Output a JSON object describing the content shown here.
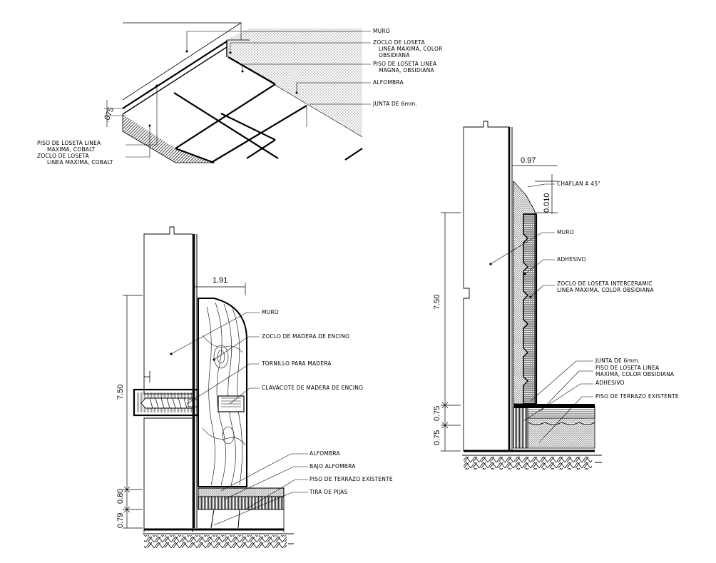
{
  "top_detail": {
    "labels": {
      "muro": "MURO",
      "zoclo_obsidiana_1": "ZOCLO DE LOSETA",
      "zoclo_obsidiana_2": "LINEA MAXIMA, COLOR",
      "zoclo_obsidiana_3": "OBSIDIANA",
      "piso_magna_1": "PISO DE LOSETA LINEA",
      "piso_magna_2": "MAGNA, OBSIDIANA",
      "alfombra": "ALFOMBRA",
      "junta": "JUNTA DE 6mm.",
      "piso_cobalt_1": "PISO DE LOSETA LINEA",
      "piso_cobalt_2": "MAXIMA, COBALT",
      "zoclo_cobalt_1": "ZOCLO DE LOSETA",
      "zoclo_cobalt_2": "LINEA MAXIMA, COBALT"
    },
    "dim_height": ".075"
  },
  "left_detail": {
    "dims": {
      "width": "1.91",
      "height": "7.50",
      "d1": "0.80",
      "d2": "0.79"
    },
    "labels": {
      "muro": "MURO",
      "zoclo_madera": "ZOCLO DE MADERA DE ENCINO",
      "tornillo": "TORNILLO PARA MADERA",
      "clavacote": "CLAVACOTE DE MADERA DE ENCINO",
      "alfombra": "ALFOMBRA",
      "bajo_alfombra": "BAJO ALFOMBRA",
      "piso_terrazo": "PISO DE TERRAZO EXISTENTE",
      "tira": "TIRA DE PIJAS"
    }
  },
  "right_detail": {
    "dims": {
      "width": "0.97",
      "chaflan_h": "0.010",
      "height": "7.50",
      "d1": "0.75",
      "d2": "0.75"
    },
    "labels": {
      "chaflan": "CHAFLAN A 45°",
      "muro": "MURO",
      "adhesivo_1": "ADHESIVO",
      "zoclo_1": "ZOCLO DE LOSETA INTERCERAMIC",
      "zoclo_2": "LINEA MAXIMA, COLOR OBSIDIANA",
      "junta": "JUNTA DE 6mm.",
      "piso_1": "PISO DE LOSETA LINEA",
      "piso_2": "MAXIMA, COLOR OBSIDIANA",
      "adhesivo_2": "ADHESIVO",
      "piso_terrazo": "PISO DE TERRAZO EXISTENTE"
    }
  }
}
